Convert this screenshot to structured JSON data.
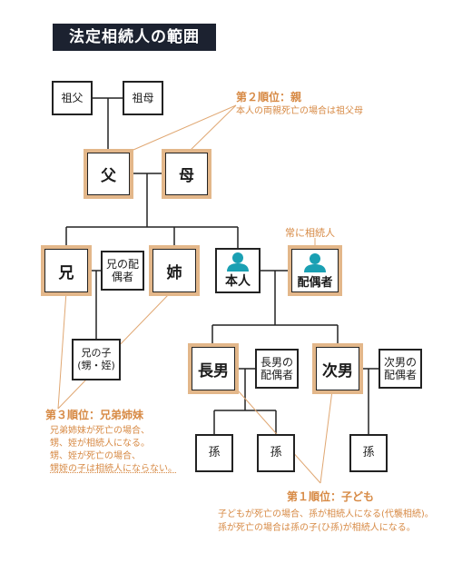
{
  "title": "法定相続人の範囲",
  "boxes": {
    "grandfather": "祖父",
    "grandmother": "祖母",
    "father": "父",
    "mother": "母",
    "older_brother": "兄",
    "brother_spouse": "兄の配偶者",
    "older_sister": "姉",
    "self": "本人",
    "spouse": "配偶者",
    "nephew_niece": "兄の子(甥・姪)",
    "eldest_son": "長男",
    "eldest_son_spouse": "長男の配偶者",
    "second_son": "次男",
    "second_son_spouse": "次男の配偶者",
    "grandchild_1": "孫",
    "grandchild_2": "孫",
    "grandchild_3": "孫"
  },
  "labels": {
    "always_heir": "常に相続人",
    "rank2_title": "第２順位：親",
    "rank2_desc": "本人の両親死亡の場合は祖父母",
    "rank3_title": "第３順位：兄弟姉妹",
    "rank3_desc": [
      "兄弟姉妹が死亡の場合、",
      "甥、姪が相続人になる。",
      "甥、姪が死亡の場合、",
      "甥姪の子は相続人にならない。"
    ],
    "rank1_title": "第１順位：子ども",
    "rank1_desc": [
      "子どもが死亡の場合、孫が相続人になる(代襲相続)。",
      "孫が死亡の場合は孫の子(ひ孫)が相続人になる。"
    ]
  },
  "colors": {
    "title_bg": "#1c2230",
    "accent": "#d78a45",
    "highlight_border": "#e3b78a",
    "person_icon": "#1aa0b3"
  }
}
